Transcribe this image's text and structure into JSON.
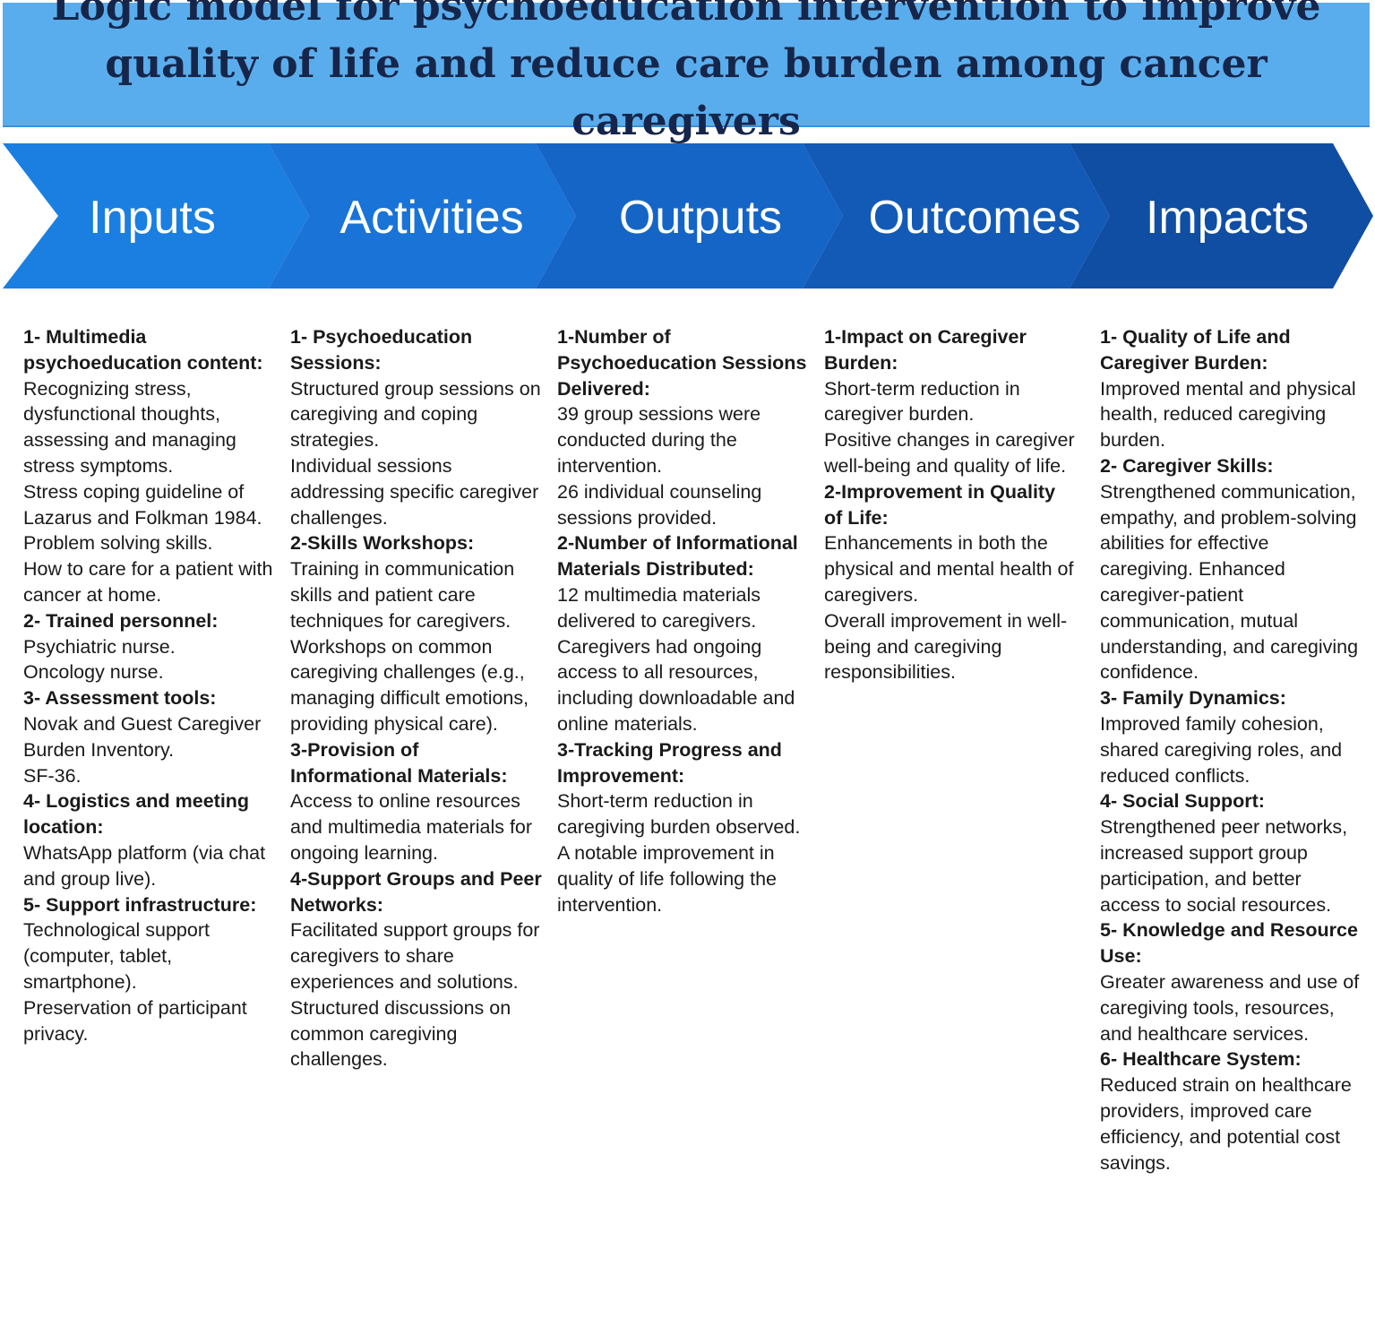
{
  "title": "Logic model for psychoeducation intervention to improve quality of life and reduce care burden among cancer caregivers",
  "colors": {
    "title_bg": "#5aadec",
    "title_text": "#16264a",
    "stage_fills": [
      "#1a7fe0",
      "#1a73d6",
      "#1565c6",
      "#125ab5",
      "#0f4ea3"
    ]
  },
  "stages": [
    {
      "label": "Inputs"
    },
    {
      "label": "Activities"
    },
    {
      "label": "Outputs"
    },
    {
      "label": "Outcomes"
    },
    {
      "label": "Impacts"
    }
  ],
  "columns": [
    {
      "sections": [
        {
          "heading": "1- Multimedia psychoeducation content:",
          "items": [
            "Recognizing stress, dysfunctional thoughts, assessing and managing stress symptoms.",
            "Stress coping guideline of Lazarus and Folkman 1984.",
            "Problem solving skills.",
            "How to care for a patient with cancer at home."
          ]
        },
        {
          "heading": "2- Trained personnel:",
          "items": [
            "Psychiatric nurse.",
            "Oncology nurse."
          ]
        },
        {
          "heading": "3- Assessment tools:",
          "items": [
            "Novak and Guest Caregiver Burden Inventory.",
            "SF-36."
          ]
        },
        {
          "heading": "4- Logistics and meeting location:",
          "items": [
            "WhatsApp platform (via chat and group live)."
          ]
        },
        {
          "heading": "5- Support infrastructure:",
          "items": [
            "Technological support (computer, tablet, smartphone).",
            "Preservation of participant privacy."
          ]
        }
      ]
    },
    {
      "sections": [
        {
          "heading": "1- Psychoeducation Sessions:",
          "items": [
            "Structured group sessions on caregiving and coping strategies.",
            "Individual sessions addressing specific caregiver challenges."
          ]
        },
        {
          "heading": "2-Skills Workshops:",
          "items": [
            "Training in communication skills and patient care techniques for caregivers.",
            "Workshops on common caregiving challenges (e.g., managing difficult emotions, providing physical care)."
          ]
        },
        {
          "heading": "3-Provision of Informational Materials:",
          "items": [
            "Access to online resources and multimedia materials for ongoing learning."
          ]
        },
        {
          "heading": "4-Support Groups and Peer Networks:",
          "items": [
            "Facilitated support groups for caregivers to share experiences and solutions.",
            "Structured discussions on common caregiving challenges."
          ]
        }
      ]
    },
    {
      "sections": [
        {
          "heading": "1-Number of Psychoeducation Sessions Delivered:",
          "items": [
            "39 group sessions were conducted during the intervention.",
            "26 individual counseling sessions provided."
          ]
        },
        {
          "heading": "2-Number of Informational Materials Distributed:",
          "items": [
            "12 multimedia materials delivered to caregivers.",
            "Caregivers had ongoing access to all resources, including downloadable and online materials."
          ]
        },
        {
          "heading": "3-Tracking Progress and Improvement:",
          "items": [
            "Short-term reduction in caregiving burden observed.",
            "A notable improvement in quality of life following the intervention."
          ]
        }
      ]
    },
    {
      "sections": [
        {
          "heading": "1-Impact on Caregiver Burden:",
          "items": [
            "Short-term reduction in caregiver burden.",
            "Positive changes in caregiver well-being and quality of life."
          ]
        },
        {
          "heading": "2-Improvement in Quality of Life:",
          "items": [
            "Enhancements in both the physical and mental health of caregivers.",
            "Overall improvement in well-being and caregiving responsibilities."
          ]
        }
      ]
    },
    {
      "sections": [
        {
          "heading": "1- Quality of Life and Caregiver Burden:",
          "items": [
            "Improved mental and physical health, reduced caregiving burden."
          ]
        },
        {
          "heading": "2- Caregiver Skills:",
          "items": [
            "Strengthened communication, empathy, and problem-solving abilities for effective caregiving. Enhanced caregiver-patient communication, mutual understanding, and caregiving confidence."
          ]
        },
        {
          "heading": "3- Family Dynamics:",
          "items": [
            "Improved family cohesion, shared caregiving roles, and reduced conflicts."
          ]
        },
        {
          "heading": "4- Social Support:",
          "items": [
            "Strengthened peer networks, increased support group participation, and better access to social resources."
          ]
        },
        {
          "heading": "5- Knowledge and Resource Use:",
          "items": [
            "Greater awareness and use of caregiving tools, resources, and healthcare services."
          ]
        },
        {
          "heading": "6- Healthcare System:",
          "items": [
            "Reduced strain on healthcare providers, improved care efficiency, and potential cost savings."
          ]
        }
      ]
    }
  ]
}
